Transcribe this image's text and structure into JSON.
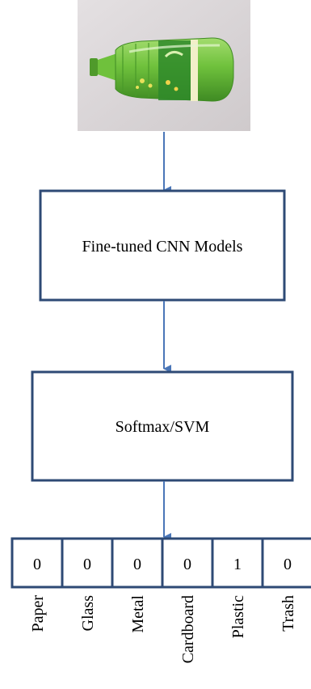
{
  "pipeline": {
    "step1_label": "Fine-tuned CNN Models",
    "step2_label": "Softmax/SVM"
  },
  "classes": [
    {
      "label": "Paper",
      "value": "0"
    },
    {
      "label": "Glass",
      "value": "0"
    },
    {
      "label": "Metal",
      "value": "0"
    },
    {
      "label": "Cardboard",
      "value": "0"
    },
    {
      "label": "Plastic",
      "value": "1"
    },
    {
      "label": "Trash",
      "value": "0"
    }
  ],
  "colors": {
    "box_border": "#2e4a75",
    "arrow": "#4a76b8",
    "photo_background": "#d8d4d6",
    "bottle_green": "#6fc13c"
  }
}
